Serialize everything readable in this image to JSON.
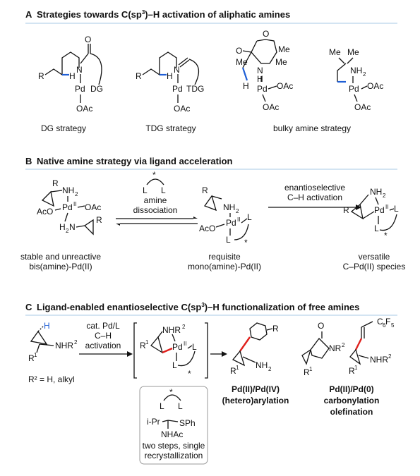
{
  "sectionA": {
    "letter": "A",
    "title_pre": "Strategies towards C(sp",
    "title_sup": "3",
    "title_post": ")–H activation of aliphatic amines",
    "labels": [
      "DG strategy",
      "TDG strategy",
      "bulky amine strategy"
    ]
  },
  "sectionB": {
    "letter": "B",
    "title": "Native amine strategy via ligand acceleration",
    "ligand_caption": [
      "amine",
      "dissociation"
    ],
    "arrow2_caption": [
      "enantioselective",
      "C–H activation"
    ],
    "captions": [
      [
        "stable and unreactive",
        "bis(amine)-Pd(II)"
      ],
      [
        "requisite",
        "mono(amine)-Pd(II)"
      ],
      [
        "versatile",
        "C–Pd(II) species"
      ]
    ]
  },
  "sectionC": {
    "letter": "C",
    "title_pre": "Ligand-enabled enantioselective C(sp",
    "title_sup": "3",
    "title_post": ")–H functionalization of free amines",
    "conditions": [
      "cat. Pd/L",
      "C–H",
      "activation"
    ],
    "r2_note": "R² = H, alkyl",
    "ligand_note": [
      "two steps, single",
      "recrystallization"
    ],
    "products": [
      {
        "name": "arylation",
        "lines": [
          "Pd(II)/Pd(IV)",
          "(hetero)arylation"
        ]
      },
      {
        "name": "carbonylation",
        "lines": [
          "Pd(II)/Pd(0)",
          "carbonylation",
          "olefination"
        ]
      }
    ]
  }
}
